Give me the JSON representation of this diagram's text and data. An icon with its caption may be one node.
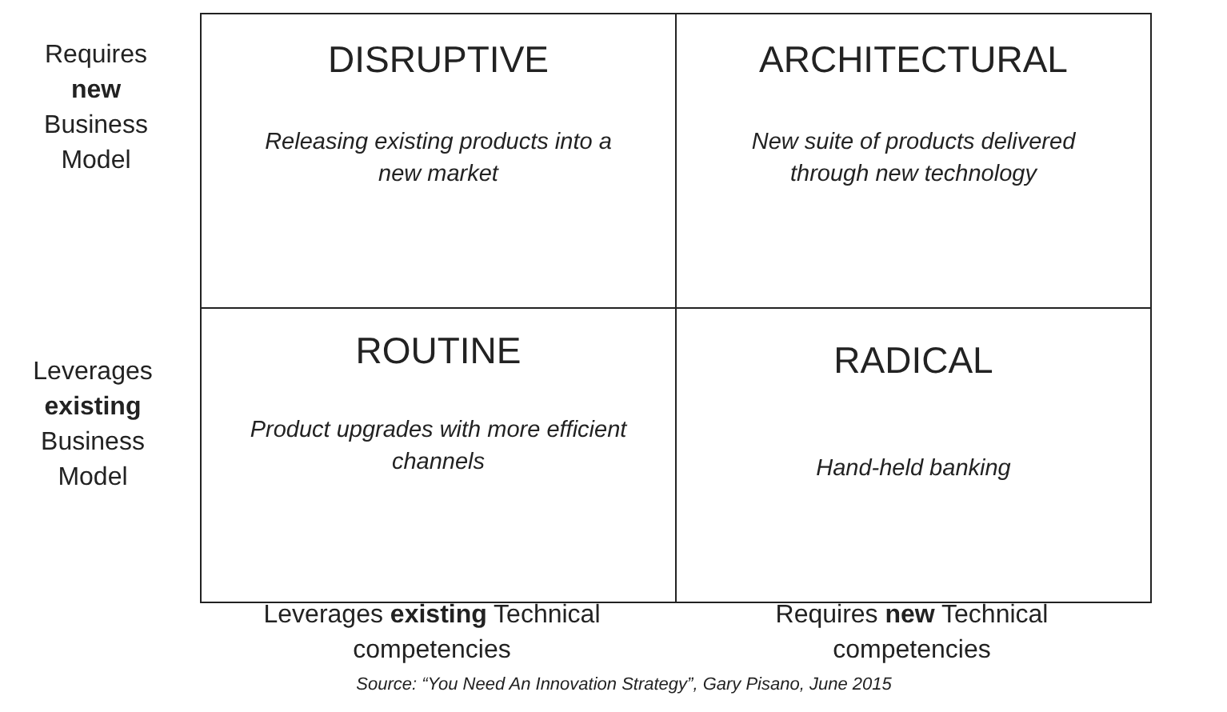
{
  "diagram": {
    "nodes": [
      {
        "text": [
          "DISRUPTIVE",
          "Releasing existing products into a new market"
        ]
      },
      {
        "text": [
          "ARCHITECTURAL",
          "New suite of products delivered through new technology"
        ]
      },
      {
        "text": [
          "ROUTINE",
          "Product upgrades with more efficient channels"
        ]
      },
      {
        "text": [
          "RADICAL",
          "Hand-held banking"
        ]
      }
    ],
    "labels": [
      "Requires **new** Business Model",
      "Leverages **existing** Business Model",
      "Leverages **existing** Technical competencies",
      "Requires **new** Technical competencies",
      "Source: “You Need An Innovation Strategy”, Gary Pisano, June 2015"
    ]
  }
}
